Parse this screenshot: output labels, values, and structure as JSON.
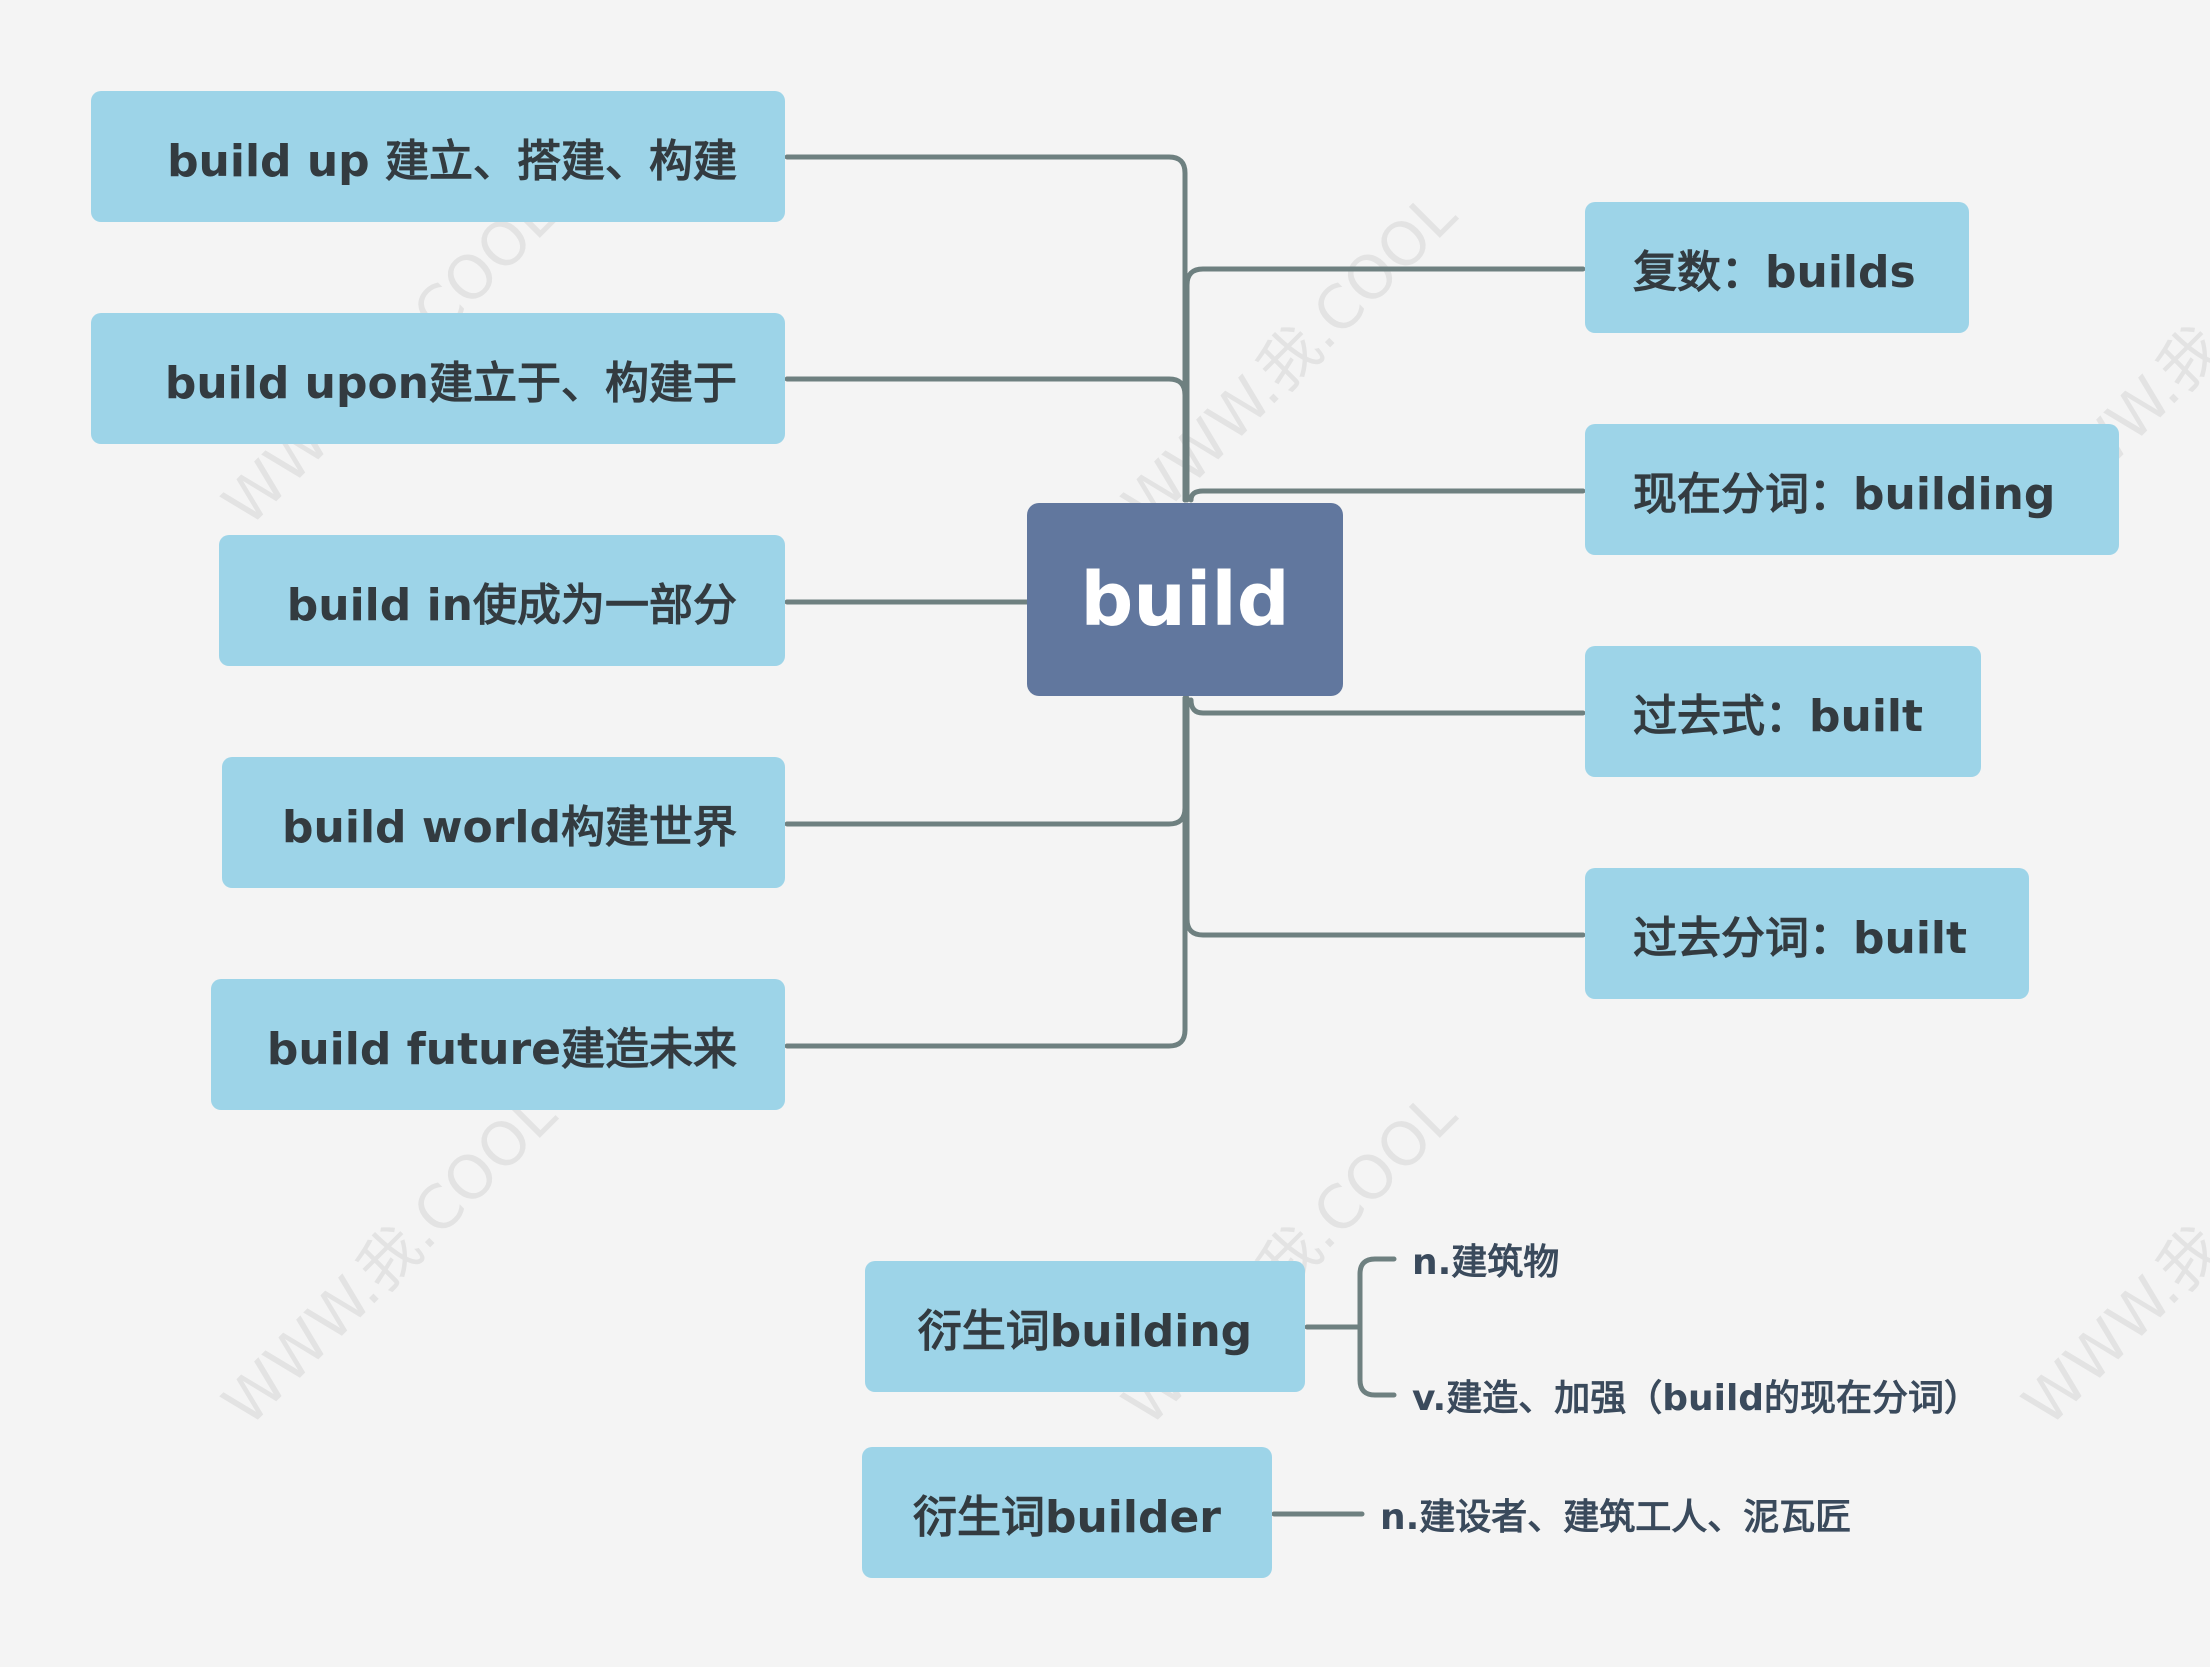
{
  "diagram": {
    "root": "build",
    "left_branches": [
      "build up 建立、搭建、构建",
      "build upon建立于、构建于",
      "build in使成为一部分",
      "build world构建世界",
      "build future建造未来"
    ],
    "right_branches": [
      "复数：builds",
      "现在分词：building",
      "过去式：built",
      "过去分词：built"
    ],
    "derivatives": [
      {
        "label": "衍生词building",
        "meanings": [
          "n.建筑物",
          "v.建造、加强（build的现在分词）"
        ]
      },
      {
        "label": "衍生词builder",
        "meanings": [
          "n.建设者、建筑工人、泥瓦匠"
        ]
      }
    ]
  },
  "watermark": "WWW.我.COOL",
  "colors": {
    "background": "#f4f4f4",
    "root_fill": "#61779e",
    "node_fill": "#9dd4e8",
    "line": "#6e8080"
  }
}
